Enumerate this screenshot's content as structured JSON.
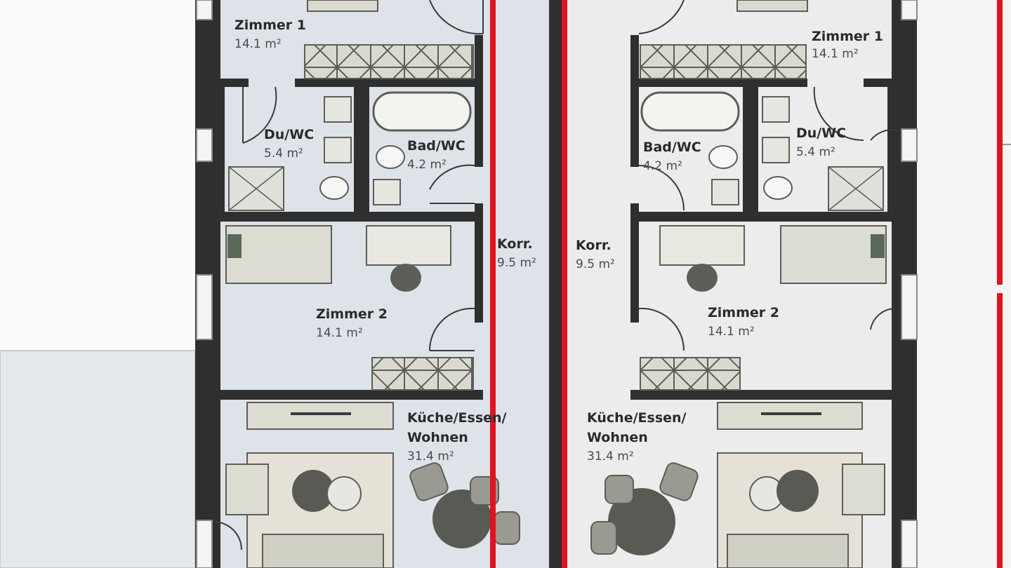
{
  "plan": {
    "left_unit": {
      "room1_name": "Zimmer 1",
      "room1_area": "14.1 m²",
      "du_name": "Du/WC",
      "du_area": "5.4 m²",
      "bad_name": "Bad/WC",
      "bad_area": "4.2 m²",
      "korr_name": "Korr.",
      "korr_area": "9.5 m²",
      "room2_name": "Zimmer 2",
      "room2_area": "14.1 m²",
      "kitchen_name_1": "Küche/Essen/",
      "kitchen_name_2": "Wohnen",
      "kitchen_area": "31.4 m²"
    },
    "right_unit": {
      "room1_name": "Zimmer 1",
      "room1_area": "14.1 m²",
      "du_name": "Du/WC",
      "du_area": "5.4 m²",
      "bad_name": "Bad/WC",
      "bad_area": "4.2 m²",
      "korr_name": "Korr.",
      "korr_area": "9.5 m²",
      "room2_name": "Zimmer 2",
      "room2_area": "14.1 m²",
      "kitchen_name_1": "Küche/Essen/",
      "kitchen_name_2": "Wohnen",
      "kitchen_area": "31.4 m²"
    },
    "colors": {
      "floor_left": "#dde3e9",
      "floor_right": "#ececec",
      "wall": "#2f2f2f",
      "highlight_line": "#e0141e",
      "furniture": "#dcdcd0",
      "dark_furniture": "#5a5a55"
    }
  }
}
